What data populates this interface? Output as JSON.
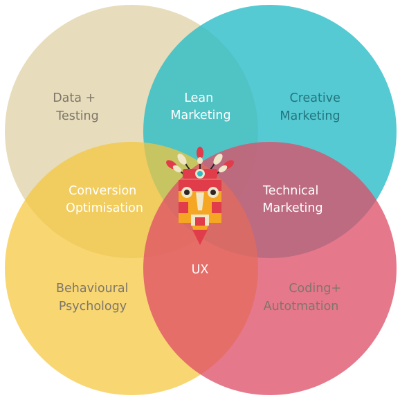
{
  "circles": [
    {
      "id": "data-testing",
      "color": "#e0d2a8",
      "opacity": 0.78
    },
    {
      "id": "creative",
      "color": "#2bbdc8",
      "opacity": 0.8
    },
    {
      "id": "behavioural",
      "color": "#f5c63c",
      "opacity": 0.72
    },
    {
      "id": "coding",
      "color": "#de4d66",
      "opacity": 0.76
    }
  ],
  "labels": {
    "data_testing": [
      "Data +",
      "Testing"
    ],
    "creative": [
      "Creative",
      "Marketing"
    ],
    "lean": [
      "Lean",
      "Marketing"
    ],
    "conversion": [
      "Conversion",
      "Optimisation"
    ],
    "technical": [
      "Technical",
      "Marketing"
    ],
    "ux": "UX",
    "behavioural": [
      "Behavioural",
      "Psychology"
    ],
    "coding": [
      "Coding+",
      "Autotmation"
    ]
  },
  "colors": {
    "dark_text": "#7d766a",
    "teal_text": "#22747c",
    "light_text": "#ffffff"
  },
  "mascot": {
    "icon": "tribal-mask-icon"
  }
}
